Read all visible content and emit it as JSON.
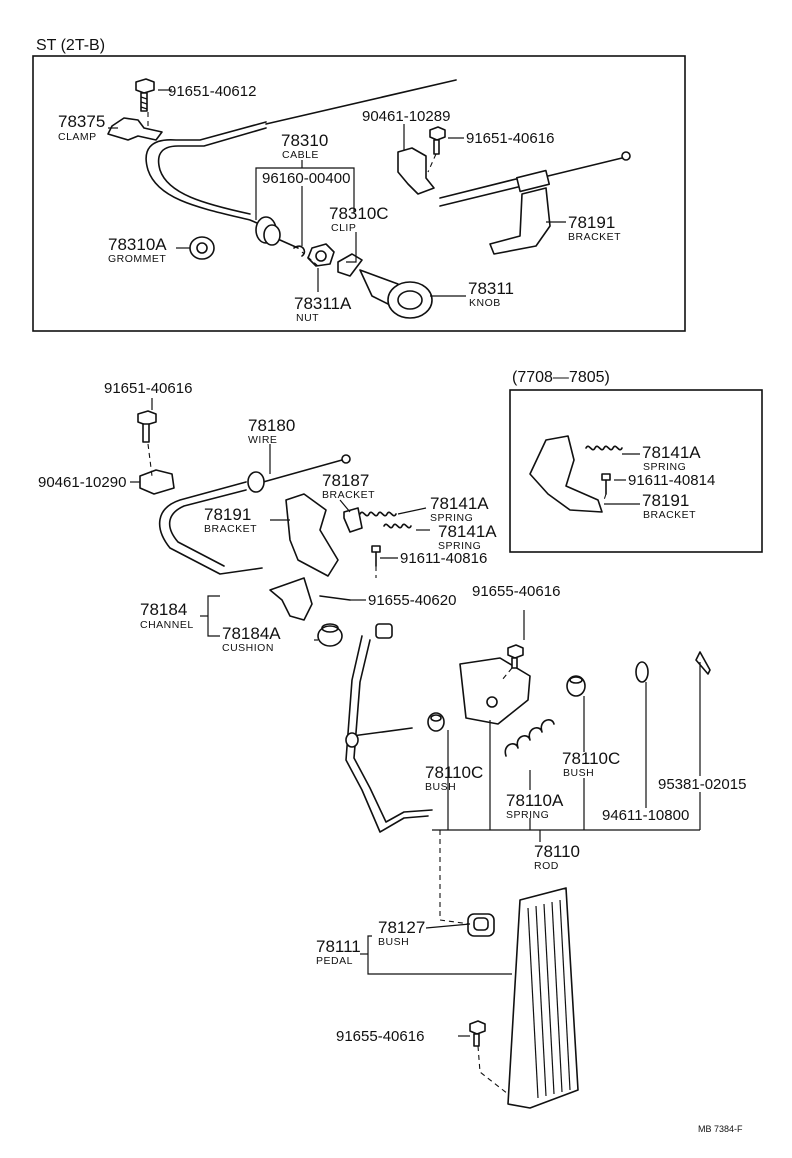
{
  "header": {
    "model": "ST (2T-B)",
    "variant": "(7708—7805)"
  },
  "footer": {
    "code": "MB 7384-F"
  },
  "parts": {
    "p91651_40612": {
      "number": "91651-40612"
    },
    "p78375": {
      "number": "78375",
      "name": "CLAMP"
    },
    "p78310": {
      "number": "78310",
      "name": "CABLE"
    },
    "p96160": {
      "number": "96160-00400"
    },
    "p90461_10289": {
      "number": "90461-10289"
    },
    "p91651_40616a": {
      "number": "91651-40616"
    },
    "p78310C": {
      "number": "78310C",
      "name": "CLIP"
    },
    "p78191a": {
      "number": "78191",
      "name": "BRACKET"
    },
    "p78310A": {
      "number": "78310A",
      "name": "GROMMET"
    },
    "p78311": {
      "number": "78311",
      "name": "KNOB"
    },
    "p78311A": {
      "number": "78311A",
      "name": "NUT"
    },
    "p91651_40616b": {
      "number": "91651-40616"
    },
    "p78180": {
      "number": "78180",
      "name": "WIRE"
    },
    "p90461_10290": {
      "number": "90461-10290"
    },
    "p78187": {
      "number": "78187",
      "name": "BRACKET"
    },
    "p78191b": {
      "number": "78191",
      "name": "BRACKET"
    },
    "p78141A_a": {
      "number": "78141A",
      "name": "SPRING"
    },
    "p78141A_b": {
      "number": "78141A",
      "name": "SPRING"
    },
    "p91611_40816": {
      "number": "91611-40816"
    },
    "p91655_40620": {
      "number": "91655-40620"
    },
    "p78184": {
      "number": "78184",
      "name": "CHANNEL"
    },
    "p78184A": {
      "number": "78184A",
      "name": "CUSHION"
    },
    "p91655_40616a": {
      "number": "91655-40616"
    },
    "p78141A_c": {
      "number": "78141A",
      "name": "SPRING"
    },
    "p91611_40814": {
      "number": "91611-40814"
    },
    "p78191c": {
      "number": "78191",
      "name": "BRACKET"
    },
    "p78110C_a": {
      "number": "78110C",
      "name": "BUSH"
    },
    "p78110C_b": {
      "number": "78110C",
      "name": "BUSH"
    },
    "p78110A": {
      "number": "78110A",
      "name": "SPRING"
    },
    "p94611": {
      "number": "94611-10800"
    },
    "p95381": {
      "number": "95381-02015"
    },
    "p78110": {
      "number": "78110",
      "name": "ROD"
    },
    "p78127": {
      "number": "78127",
      "name": "BUSH"
    },
    "p78111": {
      "number": "78111",
      "name": "PEDAL"
    },
    "p91655_40616b": {
      "number": "91655-40616"
    }
  }
}
